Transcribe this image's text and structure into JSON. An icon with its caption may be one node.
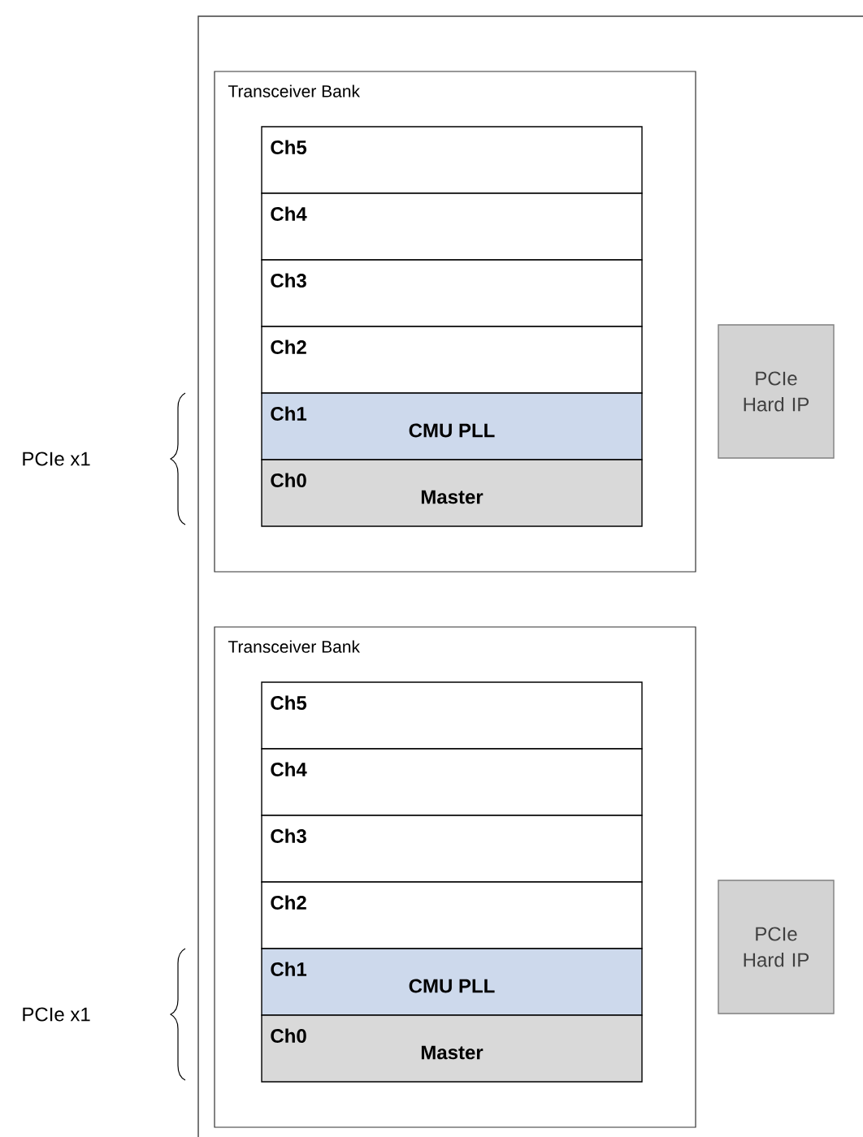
{
  "diagram": {
    "nodes": [
      {
        "text": [],
        "shape": "box"
      },
      {
        "text": [
          "Transceiver Bank"
        ],
        "in": 0
      },
      {
        "text": [
          "Ch5"
        ],
        "in": 1
      },
      {
        "text": [
          "Ch4"
        ],
        "in": 1
      },
      {
        "text": [
          "Ch3"
        ],
        "in": 1
      },
      {
        "text": [
          "Ch2"
        ],
        "in": 1
      },
      {
        "text": [
          "Ch1",
          "CMU PLL"
        ],
        "in": 1
      },
      {
        "text": [
          "Ch0",
          "Master"
        ],
        "in": 1
      },
      {
        "text": [
          "PCIe Hard IP"
        ],
        "in": 0
      },
      {
        "text": [
          "Transceiver Bank"
        ],
        "in": 0
      },
      {
        "text": [
          "Ch5"
        ],
        "in": 9
      },
      {
        "text": [
          "Ch4"
        ],
        "in": 9
      },
      {
        "text": [
          "Ch3"
        ],
        "in": 9
      },
      {
        "text": [
          "Ch2"
        ],
        "in": 9
      },
      {
        "text": [
          "Ch1",
          "CMU PLL"
        ],
        "in": 9
      },
      {
        "text": [
          "Ch0",
          "Master"
        ],
        "in": 9
      },
      {
        "text": [
          "PCIe Hard IP"
        ],
        "in": 0
      }
    ],
    "labels": [
      "PCIe x1",
      "PCIe x1"
    ]
  }
}
